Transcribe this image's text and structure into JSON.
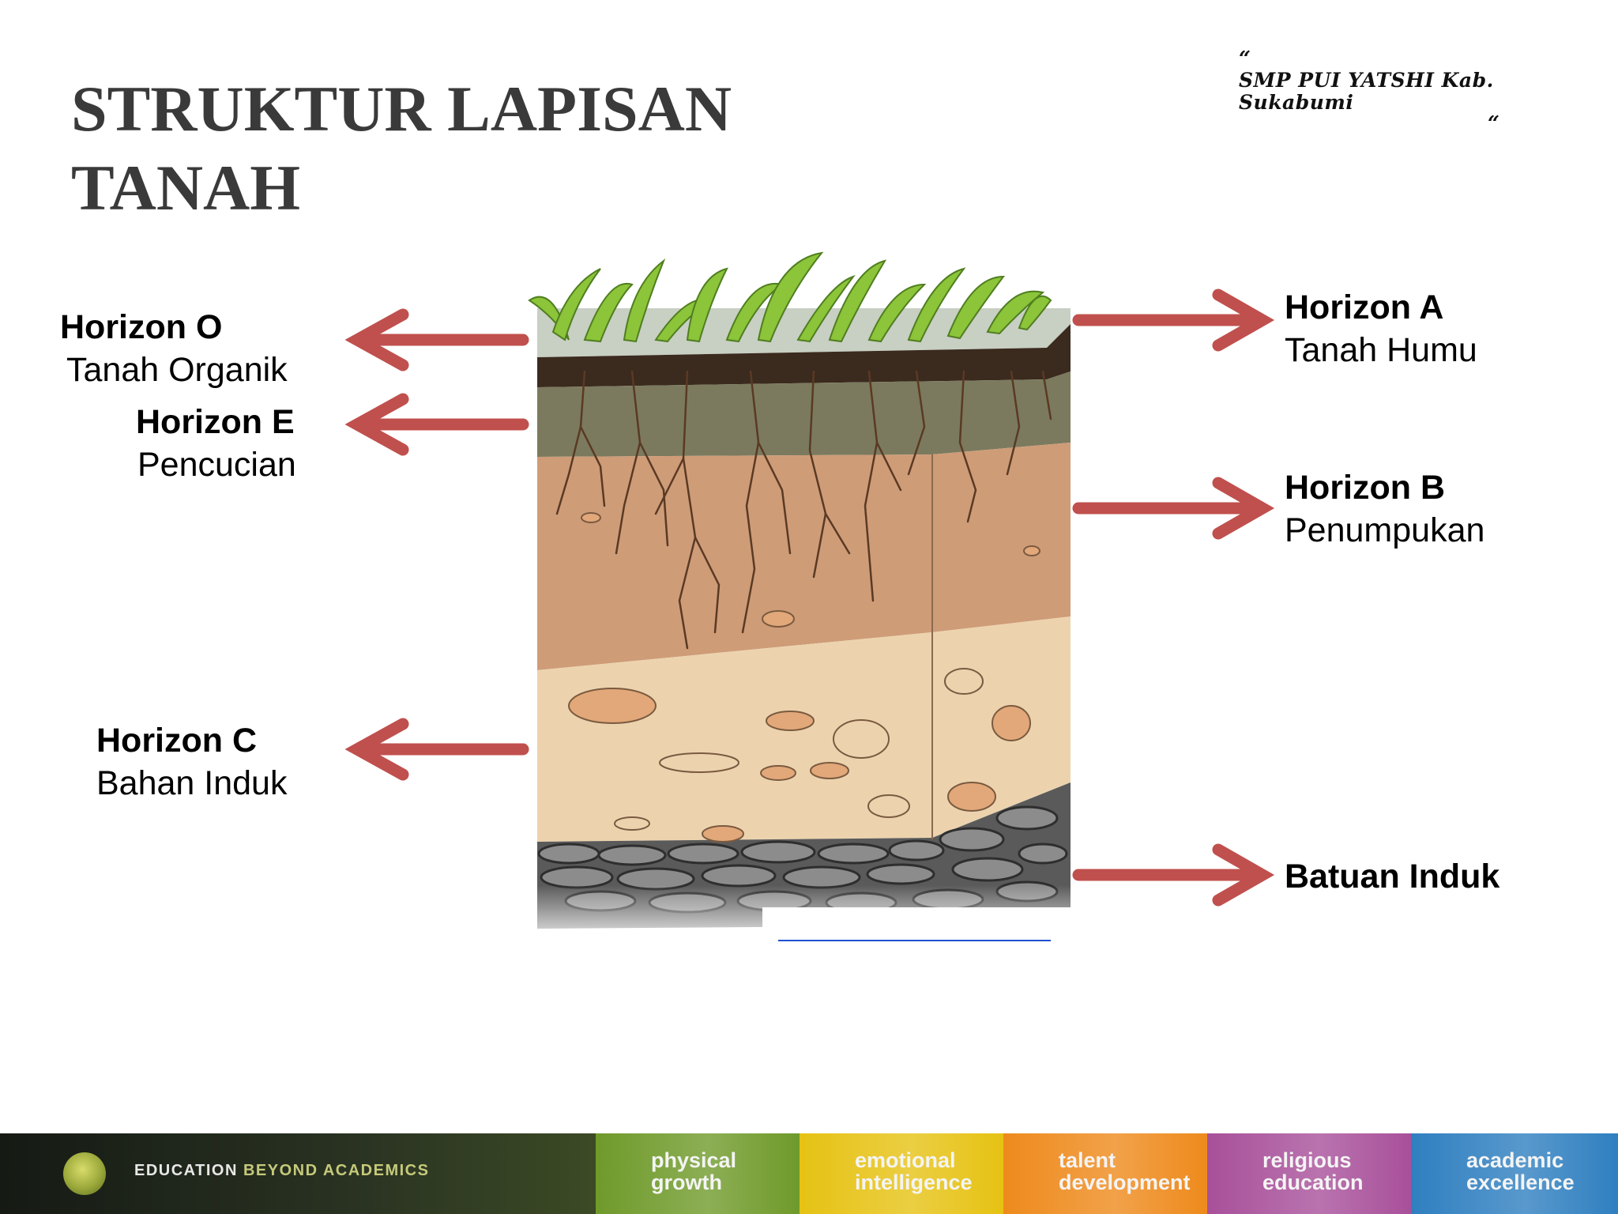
{
  "header": {
    "title": "STRUKTUR LAPISAN TANAH",
    "school_open_quote": "“",
    "school_name": "SMP PUI YATSHI Kab. Sukabumi",
    "school_close_quote": "“"
  },
  "labels": {
    "horizon_o": {
      "name": "Horizon O",
      "desc": "Tanah Organik"
    },
    "horizon_e": {
      "name": "Horizon E",
      "desc": "Pencucian"
    },
    "horizon_c": {
      "name": "Horizon C",
      "desc": "Bahan Induk"
    },
    "horizon_a": {
      "name": "Horizon A",
      "desc": "Tanah Humu"
    },
    "horizon_b": {
      "name": "Horizon B",
      "desc": "Penumpukan"
    },
    "batuan": {
      "name": "Batuan Induk"
    }
  },
  "colors": {
    "arrow": "#c0504d",
    "humus": "#3b2a1e",
    "eluviation": "#7b7a5e",
    "subsoil": "#cf9c78",
    "parent": "#ecd3ae",
    "bedrock": "#5a5a5a",
    "grass": "#8cc43a"
  },
  "footer": {
    "brand_a": "EDUCATION",
    "brand_b": "BEYOND ACADEMICS",
    "segments": [
      {
        "label": "physical growth",
        "color": "#6f9a2a"
      },
      {
        "label": "emotional intelligence",
        "color": "#e6c213"
      },
      {
        "label": "talent development",
        "color": "#ee8a1c"
      },
      {
        "label": "religious education",
        "color": "#a8509a"
      },
      {
        "label": "academic excellence",
        "color": "#2f7fc0"
      }
    ]
  }
}
